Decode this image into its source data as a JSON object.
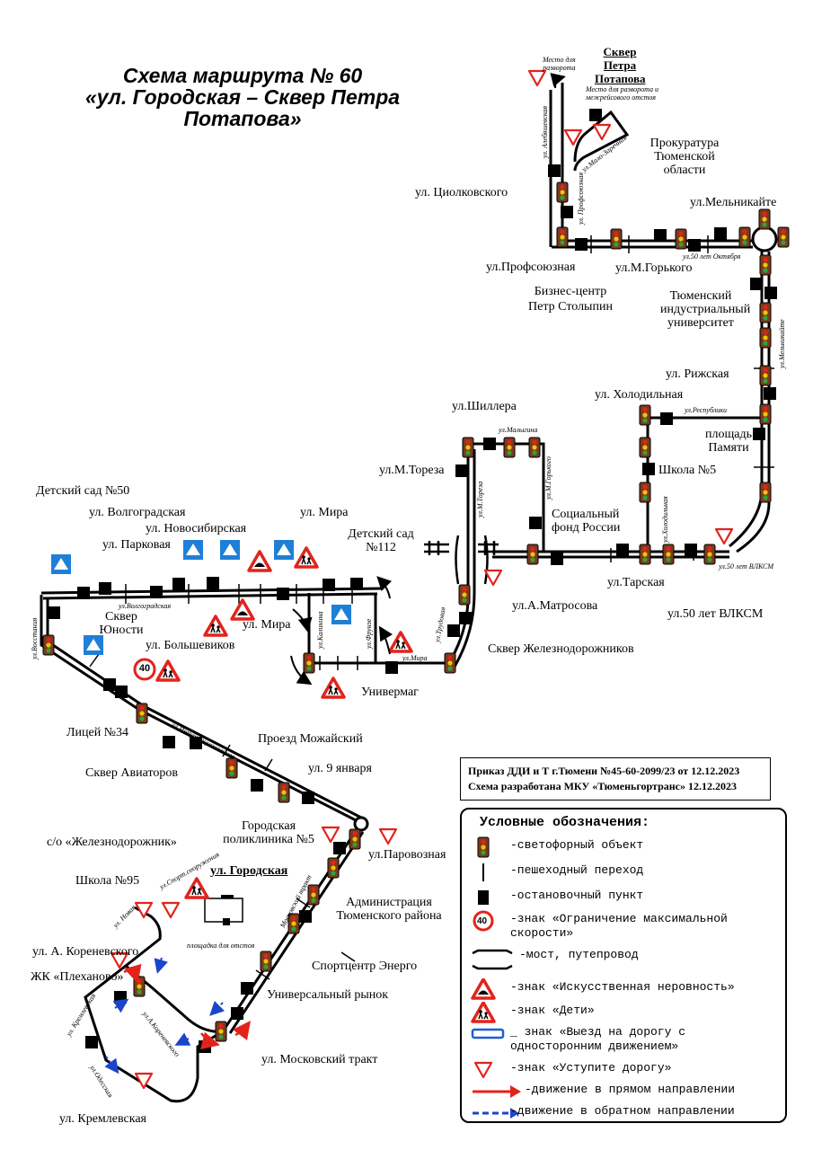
{
  "title": {
    "line1": "Схема маршрута № 60",
    "line2": "«ул. Городская – Сквер Петра",
    "line3": "Потапова»"
  },
  "stops": {
    "skver_potapova": [
      "Сквер",
      "Петра",
      "Потапова"
    ],
    "turn_place_top": [
      "Место для",
      "разворота"
    ],
    "turn_place_between": [
      "Место для разворота и",
      "межрейсового отстоя"
    ],
    "prokuratura": [
      "Прокуратура",
      "Тюменской",
      "области"
    ],
    "tsiolkovskogo": "ул. Циолковского",
    "melnikayte": "ул.Мельникайте",
    "profsoyuznaya": "ул.Профсоюзная",
    "m_gorkogo": "ул.М.Горького",
    "biznes": [
      "Бизнес-центр",
      "Петр Столыпин"
    ],
    "industrial": [
      "Тюменский",
      "индустриальный",
      "университет"
    ],
    "rizhskaya": "ул. Рижская",
    "kholodilnaya": "ул. Холодильная",
    "ploshchad": [
      "площадь",
      "Памяти"
    ],
    "shillera": "ул.Шиллера",
    "toreza": "ул.М.Тореза",
    "shkola5": "Школа №5",
    "sots_fond": [
      "Социальный",
      "фонд России"
    ],
    "detsad50": "Детский сад №50",
    "volgogradskaya": "ул. Волгоградская",
    "novosibirskaya": "ул. Новосибирская",
    "parkovaya": "ул. Парковая",
    "mira_top": "ул. Мира",
    "detsad112": [
      "Детский сад",
      "№112"
    ],
    "tarskaya": "ул.Тарская",
    "a_matrosova": "ул.А.Матросова",
    "vlksm": "ул.50 лет ВЛКСМ",
    "skver_yunosti": [
      "Сквер",
      "Юности"
    ],
    "bolshevikov": "ул. Большевиков",
    "mira_mid": "ул. Мира",
    "skver_zhd": "Сквер Железнодорожников",
    "univermag": "Универмаг",
    "litsey34": "Лицей №34",
    "skver_aviatorov": "Сквер Авиаторов",
    "mozhaysky": "Проезд Можайский",
    "yanvarya9": "ул. 9 января",
    "poliklinika": [
      "Городская",
      "поликлиника №5"
    ],
    "parovoznaya": "ул.Паровозная",
    "zheleznodorozhnik": "с/о «Железнодорожник»",
    "shkola95": "Школа №95",
    "gorodskaya": "ул. Городская",
    "ploshchadka": "площадка для отстоя",
    "administratsiya": [
      "Администрация",
      "Тюменского района"
    ],
    "koreневskogo": "ул. А. Кореневского",
    "plekhanovo": "ЖК «Плеханово»",
    "sportcentr": "Спортцентр Энерго",
    "univ_rynok": "Универсальный рынок",
    "moskovsky": "ул. Московский тракт",
    "kremlevskaya": "ул. Кремлевская"
  },
  "streets": {
    "alebyashevskaya": "ул. Алебяшевская",
    "malo_zarechnaya": "ул.Мало-Заречная",
    "profsoyuznaya_v": "ул. Профсоюзная",
    "let50_oktyabrya": "ул.50 лет Октября",
    "melnikayte_v": "ул.Мельникайте",
    "respubliki": "ул.Республики",
    "malygina": "ул.Малыгина",
    "toreza_v": "ул.М.Тореза",
    "gorkogo_v": "ул.М.Горького",
    "kholodilnaya_v": "ул.Холодильная",
    "vlksm_h": "ул.50 лет ВЛКСМ",
    "volgogradskaya_h": "ул.Волгоградская",
    "vostaniya": "ул.Восстания",
    "kalinina": "ул.Калинина",
    "frunze": "ул.Фрунзе",
    "mira_h": "ул.Мира",
    "trudovaya": "ул.Трудовая",
    "internatsionalnaya": "ул.Интернациональная",
    "moskovsky_v": "Московский тракт",
    "stsoporuzhnaya": "ул.Спорт.сооружения",
    "novaya": "ул. Новая",
    "kreмlevskaya_v": "ул. Кремлевская",
    "koreневskogo_v": "ул.А.Кореневского",
    "obraz": "ул.Одесская"
  },
  "speed_limit": "40",
  "order": {
    "line1": "Приказ ДДИ и Т г.Тюмени №45-60-2099/23 от 12.12.2023",
    "line2": "Схема разработана МКУ «Тюменьгортранс» 12.12.2023"
  },
  "legend": {
    "title": "Условные обозначения:",
    "items": [
      {
        "icon": "traffic-light-icon",
        "text": "-светофорный объект"
      },
      {
        "icon": "crosswalk-icon",
        "text": "-пешеходный переход"
      },
      {
        "icon": "bus-stop-icon",
        "text": "-остановочный пункт"
      },
      {
        "icon": "speed-limit-icon",
        "text": "-знак «Ограничение максимальной скорости»"
      },
      {
        "icon": "bridge-icon",
        "text": "-мост, путепровод"
      },
      {
        "icon": "bump-sign-icon",
        "text": "-знак «Искусственная неровность»"
      },
      {
        "icon": "children-sign-icon",
        "text": "-знак «Дети»"
      },
      {
        "icon": "one-way-exit-icon",
        "text": "_ знак «Выезд на дорогу с односторонним движением»"
      },
      {
        "icon": "yield-sign-icon",
        "text": "-знак «Уступите дорогу»"
      },
      {
        "icon": "forward-arrow-icon",
        "text": "-движение в прямом направлении"
      },
      {
        "icon": "reverse-arrow-icon",
        "text": "-движение в обратном направлении"
      }
    ]
  },
  "colors": {
    "route": "#000000",
    "sign_red": "#e3231b",
    "sign_blue": "#1f7fd6",
    "forward": "#e3231b",
    "reverse": "#1a46c9"
  }
}
